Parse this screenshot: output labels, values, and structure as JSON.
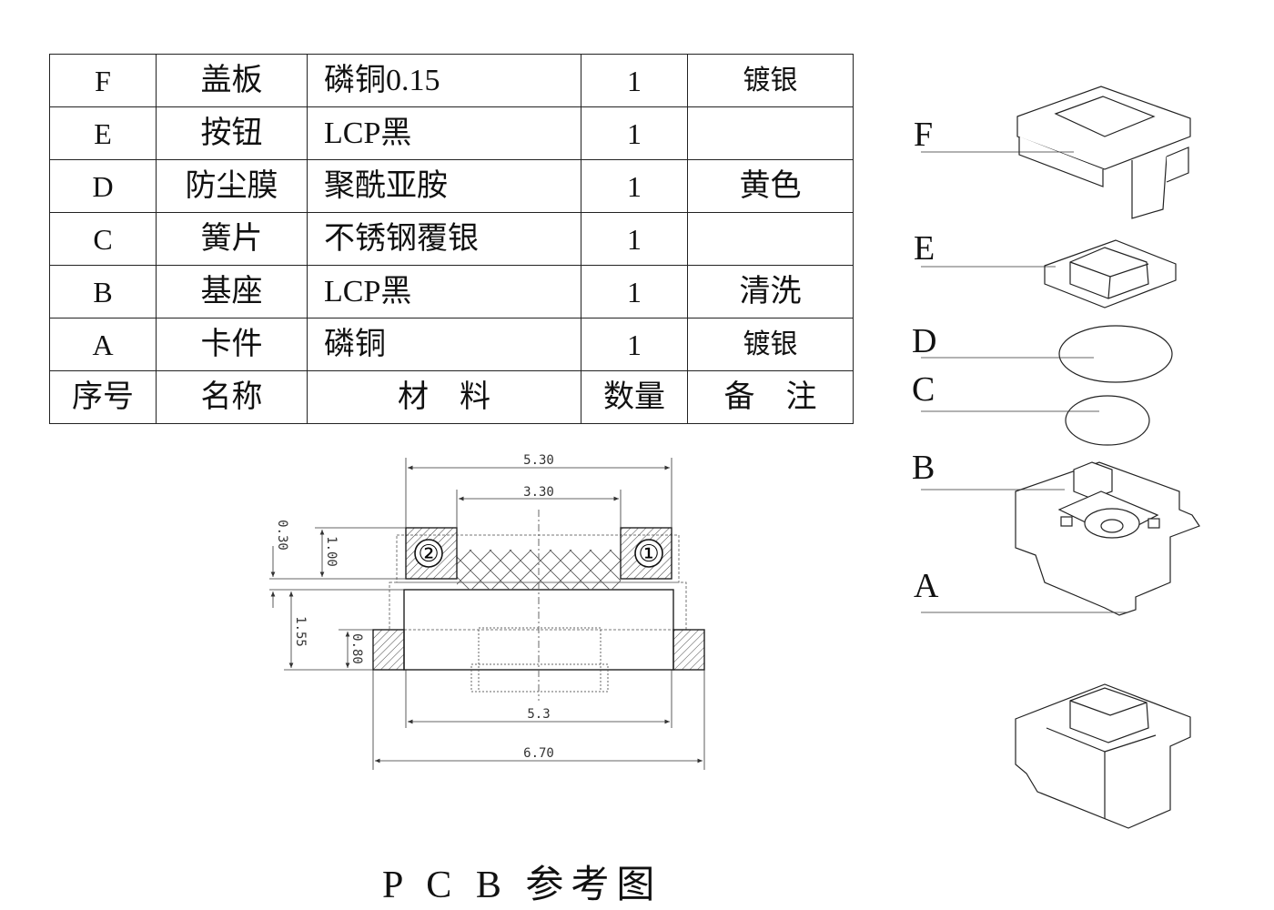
{
  "bom": {
    "rows": [
      {
        "id": "F",
        "name": "盖板",
        "material": "磷铜0.15",
        "qty": "1",
        "remark": "镀银"
      },
      {
        "id": "E",
        "name": "按钮",
        "material": "LCP黑",
        "qty": "1",
        "remark": ""
      },
      {
        "id": "D",
        "name": "防尘膜",
        "material": "聚酰亚胺",
        "qty": "1",
        "remark": "黄色"
      },
      {
        "id": "C",
        "name": "簧片",
        "material": "不锈钢覆银",
        "qty": "1",
        "remark": ""
      },
      {
        "id": "B",
        "name": "基座",
        "material": "LCP黑",
        "qty": "1",
        "remark": "清洗"
      },
      {
        "id": "A",
        "name": "卡件",
        "material": "磷铜",
        "qty": "1",
        "remark": "镀银"
      }
    ],
    "header": {
      "id": "序号",
      "name": "名称",
      "material": "材　料",
      "qty": "数量",
      "remark": "备　注"
    }
  },
  "pcb": {
    "title": "P C B 参考图",
    "dims": {
      "outer_width": "5.30",
      "inner_width": "3.30",
      "bottom_width": "5.3",
      "total_width": "6.70",
      "pad_offset": "0.30",
      "pad_height": "1.00",
      "lead_offset": "1.55",
      "lead_height": "0.80"
    },
    "pins": {
      "left": "②",
      "right": "①"
    }
  },
  "exploded": {
    "labels": [
      "F",
      "E",
      "D",
      "C",
      "B",
      "A"
    ]
  },
  "colors": {
    "line": "#222222",
    "hatch": "#444444",
    "fill": "#ffffff"
  }
}
